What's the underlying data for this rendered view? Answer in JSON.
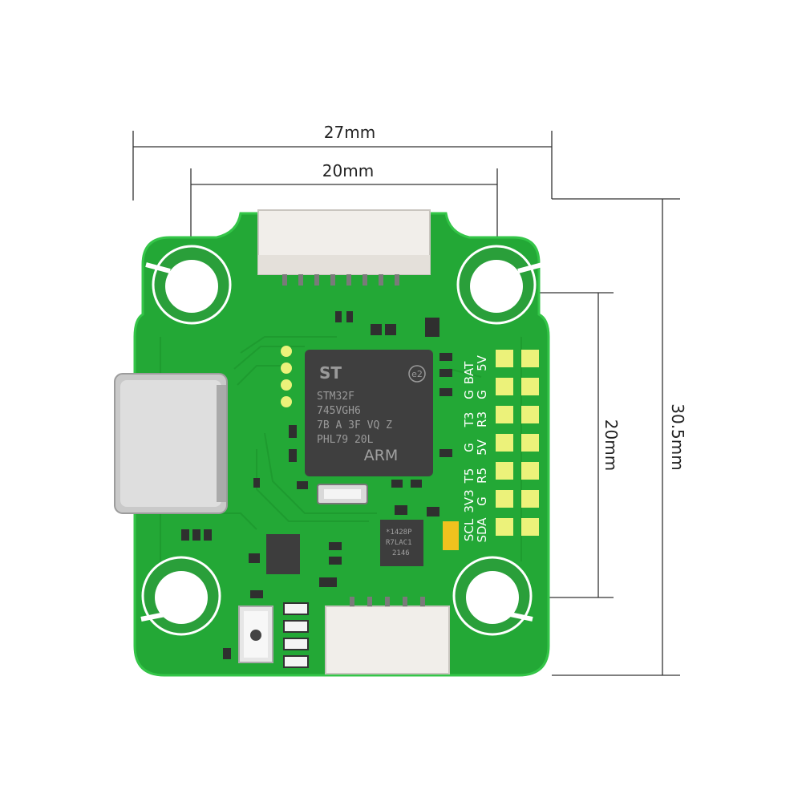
{
  "dimensions": {
    "top_outer": "27mm",
    "top_inner": "20mm",
    "right_inner": "20mm",
    "right_outer": "30.5mm"
  },
  "mcu": {
    "brand": "ST",
    "badge": "e2",
    "line1": "STM32F",
    "line2": "745VGH6",
    "line3": "7B A 3F VQ Z",
    "line4": "PHL79 20L",
    "logo": "ARM"
  },
  "gyro": {
    "line1": "*1428P",
    "line2": "R7LAC1",
    "line3": "2146"
  },
  "pad_labels": [
    [
      "5V",
      "BAT"
    ],
    [
      "G",
      "G"
    ],
    [
      "R3",
      "T3"
    ],
    [
      "5V",
      "G"
    ],
    [
      "R5",
      "T5"
    ],
    [
      "G",
      "3V3"
    ],
    [
      "SDA",
      "SCL"
    ]
  ],
  "colors": {
    "pcb": "#23a836",
    "pcb_edge": "#2fbf3f",
    "pad": "#ecf27a",
    "chip": "#3f3f3f",
    "connector": "#f1eeea"
  }
}
